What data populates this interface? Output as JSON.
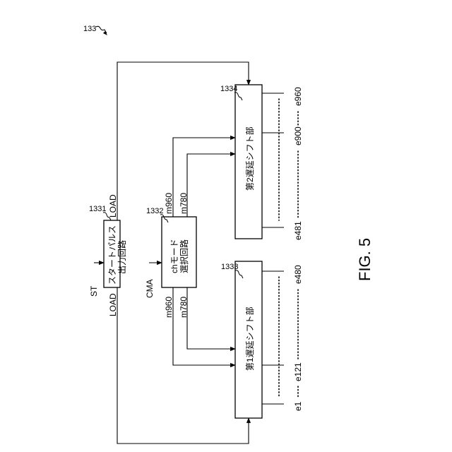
{
  "diagram": {
    "ref_main": "133",
    "figure_label": "FIG. 5",
    "blocks": {
      "start_pulse": {
        "ref": "1331",
        "line1": "スタートパルス",
        "line2": "出力回路"
      },
      "ch_mode": {
        "ref": "1332",
        "line1": "chモード",
        "line2": "選択回路"
      },
      "delay_shift_1": {
        "ref": "1333",
        "label": "第1遅延シフト部"
      },
      "delay_shift_2": {
        "ref": "1334",
        "label": "第2遅延シフト部"
      }
    },
    "signals": {
      "st": "ST",
      "cma": "CMA",
      "load_top": "LOAD",
      "load_bottom": "LOAD",
      "m960_top": "m960",
      "m780_top": "m780",
      "m960_bottom": "m960",
      "m780_bottom": "m780"
    },
    "outputs_first": {
      "e1": "e1",
      "e121": "e121",
      "e480": "e480"
    },
    "outputs_second": {
      "e481": "e481",
      "e900": "e900",
      "e960": "e960"
    },
    "colors": {
      "line": "#000000",
      "background": "#ffffff"
    }
  }
}
